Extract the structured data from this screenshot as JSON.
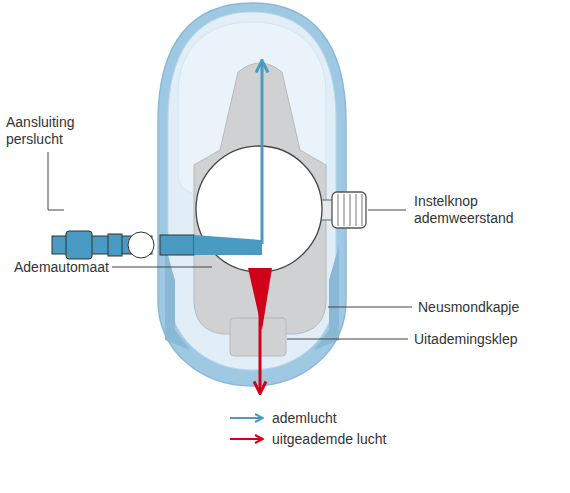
{
  "diagram": {
    "labels": [
      "Aansluiting perslucht",
      "Instelknop ademweerstand",
      "Ademautomaat",
      "Neusmondkapje",
      "Uitademingsklep"
    ],
    "legend": [
      {
        "text": "ademlucht"
      },
      {
        "text": "uitgeademde lucht"
      }
    ]
  }
}
